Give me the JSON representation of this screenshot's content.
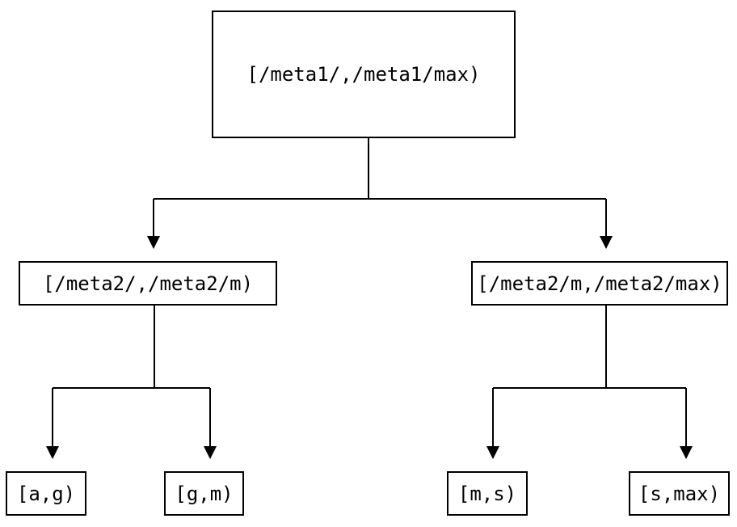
{
  "diagram": {
    "type": "tree",
    "colors": {
      "background": "#ffffff",
      "line": "#000000",
      "text": "#000000",
      "node_border": "#000000",
      "node_fill": "#ffffff"
    },
    "nodes": {
      "root": {
        "label": "[/meta1/,/meta1/max)"
      },
      "left": {
        "label": "[/meta2/,/meta2/m)"
      },
      "right": {
        "label": "[/meta2/m,/meta2/max)"
      },
      "leaf_ag": {
        "label": "[a,g)"
      },
      "leaf_gm": {
        "label": "[g,m)"
      },
      "leaf_ms": {
        "label": "[m,s)"
      },
      "leaf_smax": {
        "label": "[s,max)"
      }
    },
    "edges": [
      {
        "from": "root",
        "to": "left"
      },
      {
        "from": "root",
        "to": "right"
      },
      {
        "from": "left",
        "to": "leaf_ag"
      },
      {
        "from": "left",
        "to": "leaf_gm"
      },
      {
        "from": "right",
        "to": "leaf_ms"
      },
      {
        "from": "right",
        "to": "leaf_smax"
      }
    ]
  }
}
